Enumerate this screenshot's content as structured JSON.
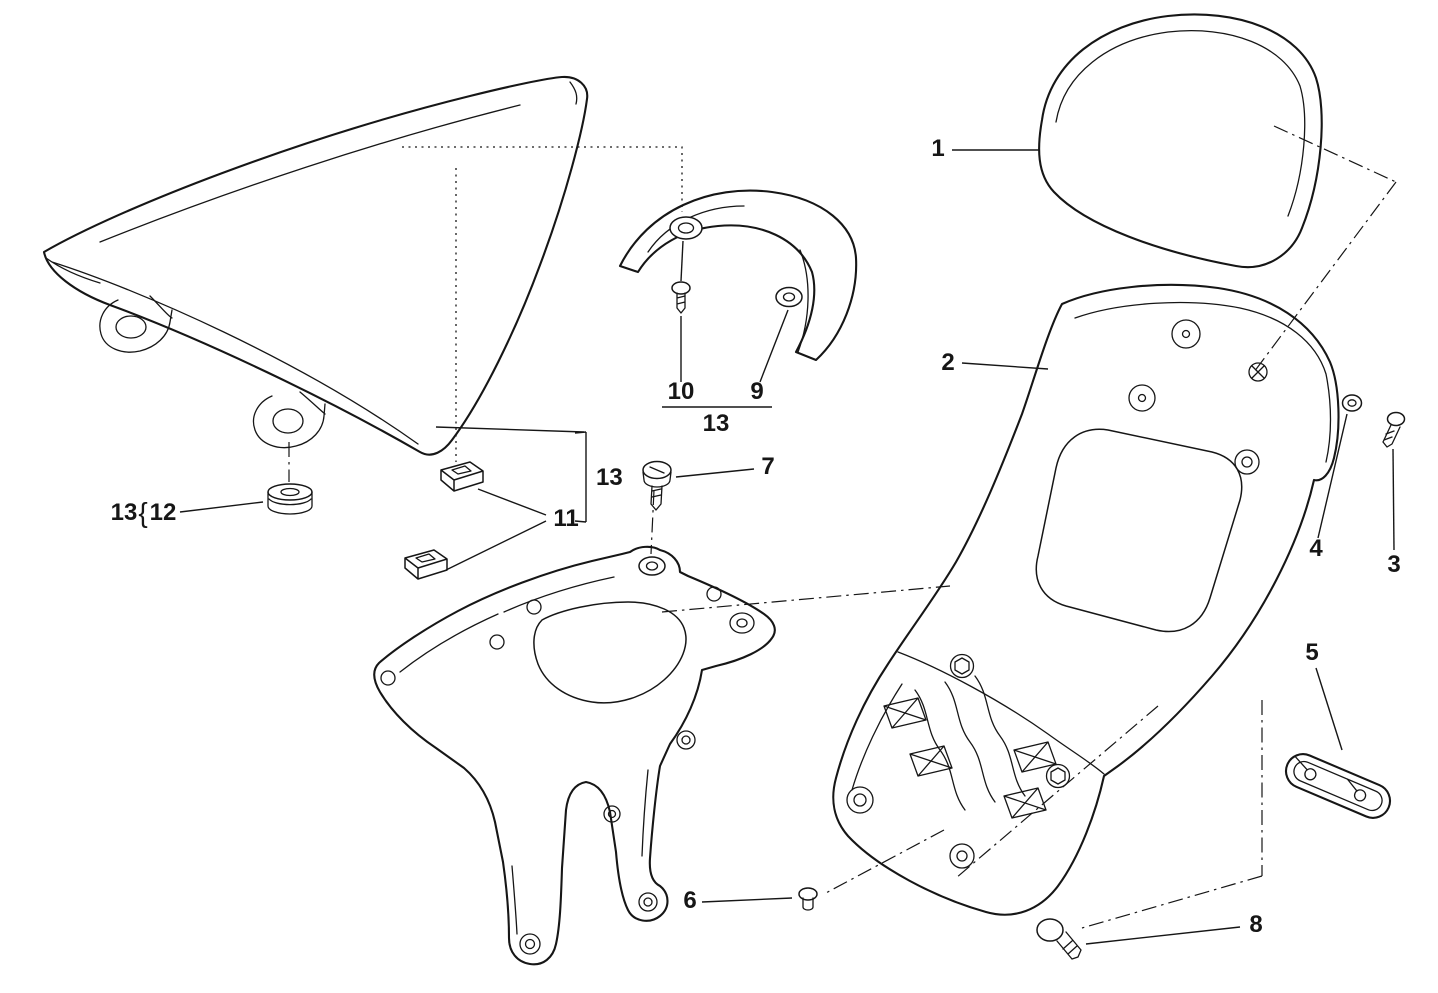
{
  "theme": {
    "background": "#ffffff",
    "ink": "#161616"
  },
  "callouts": {
    "n1": "1",
    "n2": "2",
    "n3": "3",
    "n4": "4",
    "n5": "5",
    "n6": "6",
    "n7": "7",
    "n8": "8",
    "n9": "9",
    "n10": "10",
    "n11": "11",
    "n12": "12",
    "n13_cover_group": "13",
    "n13_bracket_right": "13",
    "n13_left_group": "13",
    "brace_left": "{"
  }
}
